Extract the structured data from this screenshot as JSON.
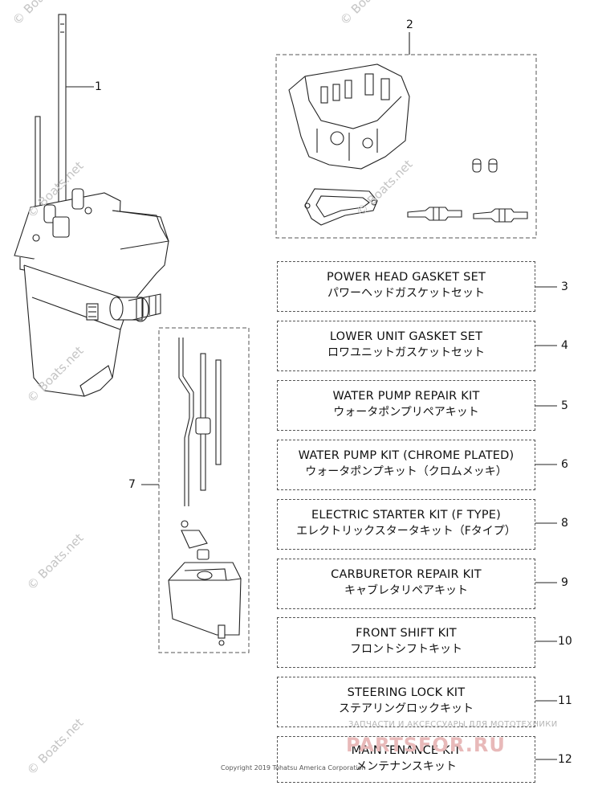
{
  "kits": [
    {
      "id": "3",
      "en": "POWER HEAD GASKET SET",
      "jp": "パワーヘッドガスケットセット"
    },
    {
      "id": "4",
      "en": "LOWER UNIT GASKET SET",
      "jp": "ロワユニットガスケットセット"
    },
    {
      "id": "5",
      "en": "WATER PUMP REPAIR KIT",
      "jp": "ウォータポンプリペアキット"
    },
    {
      "id": "6",
      "en": "WATER PUMP KIT (CHROME PLATED)",
      "jp": "ウォータポンプキット（クロムメッキ）"
    },
    {
      "id": "8",
      "en": "ELECTRIC STARTER KIT (F TYPE)",
      "jp": "エレクトリックスタータキット（Fタイプ）"
    },
    {
      "id": "9",
      "en": "CARBURETOR REPAIR KIT",
      "jp": "キャブレタリペアキット"
    },
    {
      "id": "10",
      "en": "FRONT SHIFT KIT",
      "jp": "フロントシフトキット"
    },
    {
      "id": "11",
      "en": "STEERING LOCK KIT",
      "jp": "ステアリングロックキット"
    },
    {
      "id": "12",
      "en": "MAINTENANCE KIT",
      "jp": "メンテナンスキット"
    }
  ],
  "callouts": {
    "c1": "1",
    "c2": "2",
    "c7": "7"
  },
  "watermark": "© Boats.net",
  "brand": {
    "tagline": "ЗАПЧАСТИ И АКСЕССУАРЫ ДЛЯ МОТОТЕХНИКИ",
    "name": "PARTSFOR.RU"
  },
  "copyright": "Copyright 2019 Tohatsu America Corporation",
  "colors": {
    "line": "#222222",
    "dash": "#555555",
    "watermark": "#c4c4c4",
    "brand": "#e8b9b9"
  }
}
